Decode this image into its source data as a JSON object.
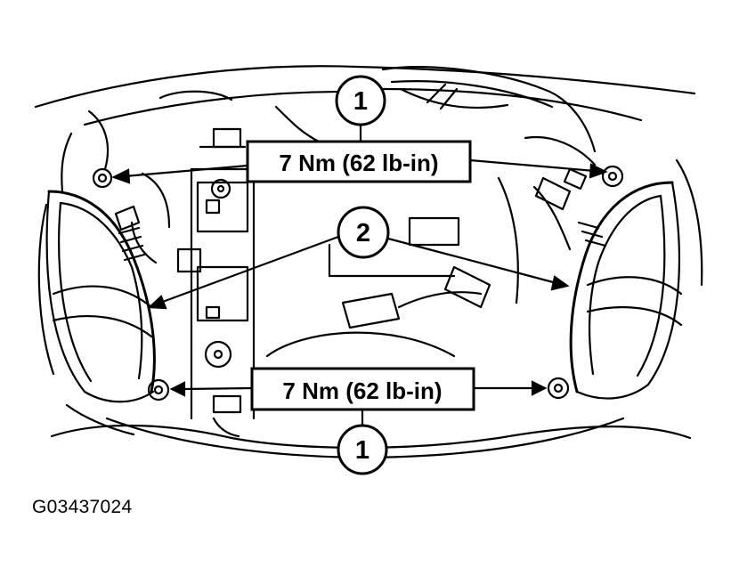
{
  "figure_code": "G03437024",
  "callouts": {
    "one_top": "1",
    "two": "2",
    "one_bottom": "1"
  },
  "torque": {
    "top": "7 Nm (62 lb-in)",
    "bottom": "7 Nm (62 lb-in)"
  },
  "colors": {
    "ink": "#000000",
    "paper": "#ffffff"
  }
}
